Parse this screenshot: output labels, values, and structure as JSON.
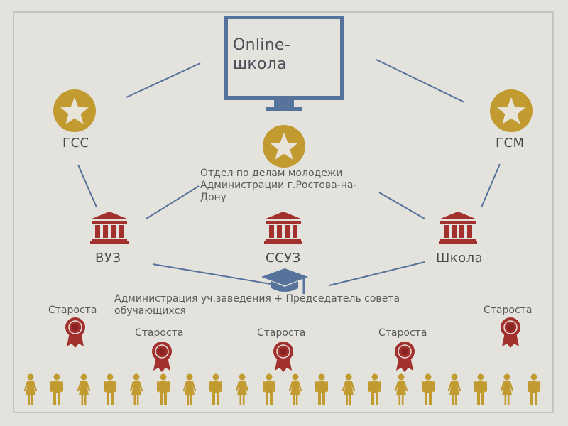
{
  "monitor": {
    "line1": "Online-",
    "line2": "школа"
  },
  "nodes": {
    "gss": "ГСС",
    "gsm": "ГСМ",
    "vuz": "ВУЗ",
    "ssuz": "ССУЗ",
    "school": "Школа"
  },
  "department": {
    "line1": "Отдел по делам молодежи",
    "line2": "Администрации г.Ростова-на-",
    "line3": "Дону"
  },
  "administration": {
    "line1": "Администрация уч.заведения + Председатель совета",
    "line2": "обучающихся"
  },
  "starosta_label": "Староста",
  "person_types": [
    "female",
    "male",
    "female",
    "male",
    "female",
    "male",
    "female",
    "male",
    "female",
    "male",
    "female",
    "male",
    "female",
    "male",
    "female",
    "male",
    "female",
    "male",
    "female",
    "male"
  ],
  "colors": {
    "gold": "#c19a30",
    "red": "#a2302d",
    "blue": "#56739c",
    "monitor": "#56739c",
    "background": "#e4e2dd"
  }
}
